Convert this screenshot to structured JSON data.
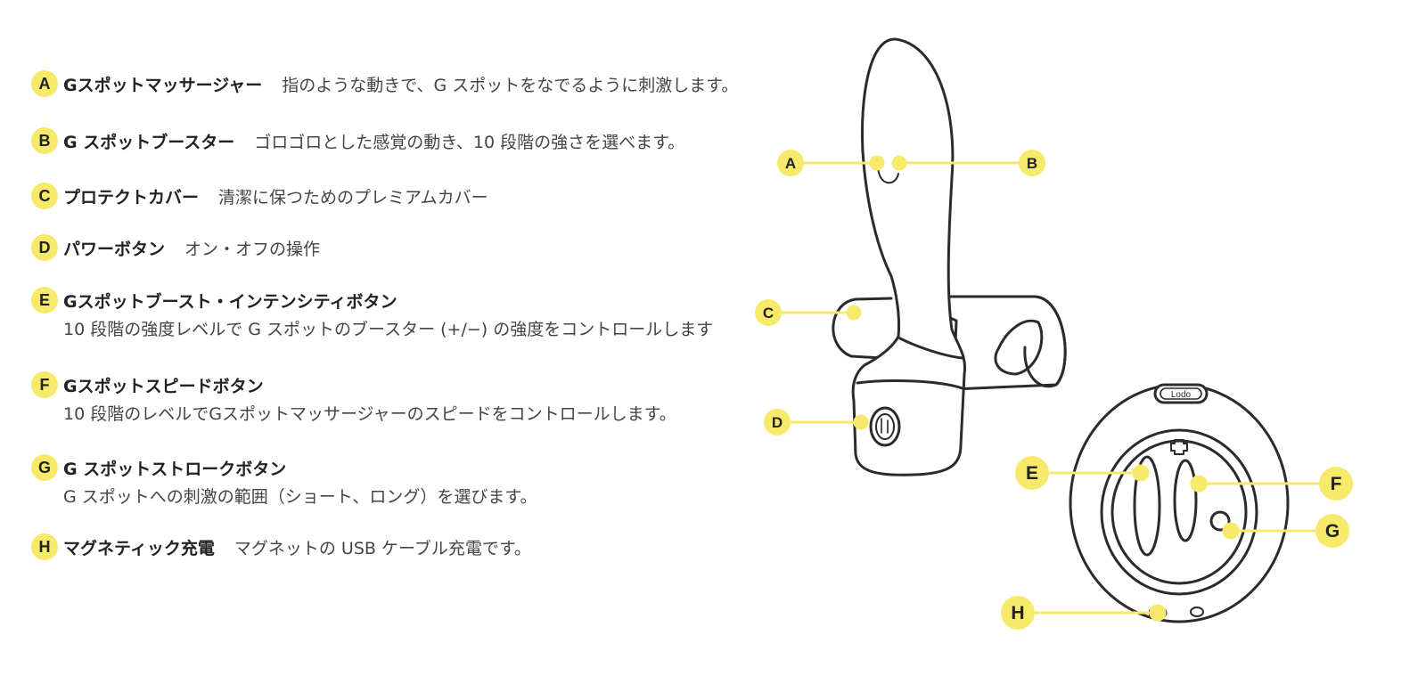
{
  "colors": {
    "accent": "#f7ea6a",
    "line": "#2b2b2b"
  },
  "legend": [
    {
      "letter": "A",
      "title": "Gスポットマッサージャー",
      "desc": "指のような動きで、G スポットをなでるように刺激します。",
      "desc2": ""
    },
    {
      "letter": "B",
      "title": "G スポットブースター",
      "desc": "ゴロゴロとした感覚の動き、10 段階の強さを選べます。",
      "desc2": ""
    },
    {
      "letter": "C",
      "title": "プロテクトカバー",
      "desc": "清潔に保つためのプレミアムカバー",
      "desc2": ""
    },
    {
      "letter": "D",
      "title": "パワーボタン",
      "desc": "オン・オフの操作",
      "desc2": ""
    },
    {
      "letter": "E",
      "title": "Gスポットブースト・インテンシティボタン",
      "desc": "",
      "desc2": "10 段階の強度レベルで G スポットのブースター (+/−) の強度をコントロールします"
    },
    {
      "letter": "F",
      "title": "Gスポットスピードボタン",
      "desc": "",
      "desc2": "10 段階のレベルでGスポットマッサージャーのスピードをコントロールします。"
    },
    {
      "letter": "G",
      "title": "G スポットストロークボタン",
      "desc": "",
      "desc2": "G スポットへの刺激の範囲（ショート、ロング）を選びます。"
    },
    {
      "letter": "H",
      "title": "マグネティック充電",
      "desc": "マグネットの USB ケーブル充電です。",
      "desc2": ""
    }
  ],
  "callouts": [
    "A",
    "B",
    "C",
    "D",
    "E",
    "F",
    "G",
    "H"
  ],
  "logo_text": "Lodo"
}
